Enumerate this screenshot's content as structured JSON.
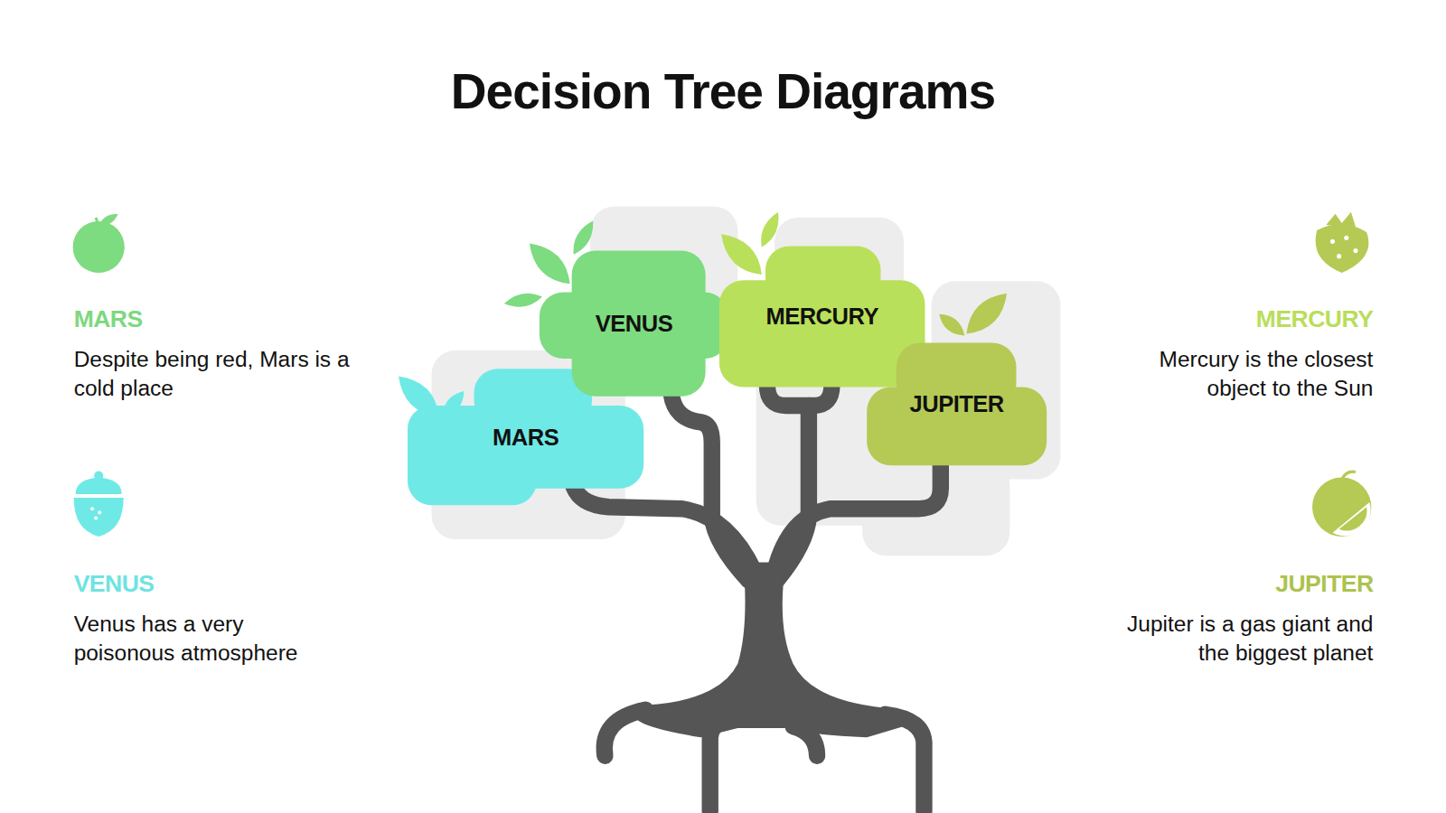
{
  "diagram": {
    "title": "Decision Tree Diagrams",
    "nodes": [
      {
        "text": [
          "VENUS"
        ]
      },
      {
        "text": [
          "MERCURY"
        ]
      },
      {
        "text": [
          "JUPITER"
        ]
      },
      {
        "text": [
          "MARS"
        ]
      }
    ],
    "labels": [
      "MARS",
      "Despite being red, Mars is a cold place",
      "VENUS",
      "Venus has a very poisonous atmosphere",
      "MERCURY",
      "Mercury is the closest object to the Sun",
      "JUPITER",
      "Jupiter is a gas giant and the biggest planet"
    ]
  }
}
